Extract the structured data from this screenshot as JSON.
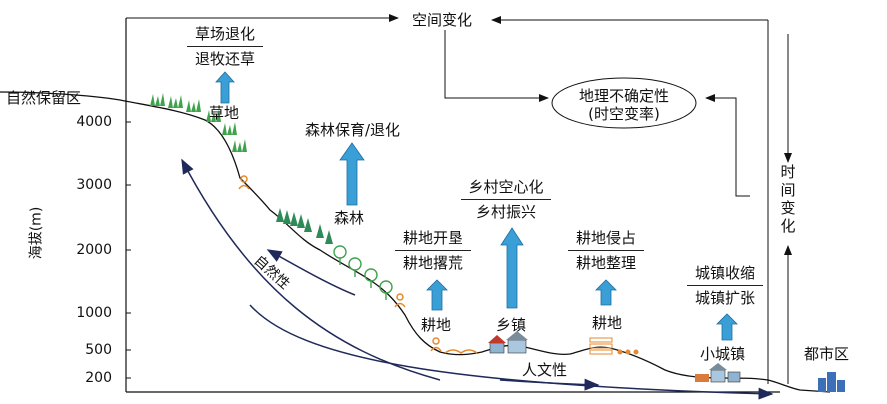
{
  "axis": {
    "ylabel": "海拔(m)",
    "ticks": [
      "4000",
      "3000",
      "2000",
      "1000",
      "500",
      "200"
    ]
  },
  "zones": {
    "nature_reserve": "自然保留区",
    "grassland": "草地",
    "forest": "森林",
    "cropland_upper": "耕地",
    "township": "乡镇",
    "cropland_lower": "耕地",
    "small_town": "小城镇",
    "urban_area": "都市区"
  },
  "changes": {
    "grassland": {
      "top": "草场退化",
      "bottom": "退牧还草"
    },
    "forest": {
      "text": "森林保育/退化"
    },
    "cropland_upper": {
      "top": "耕地开垦",
      "bottom": "耕地撂荒"
    },
    "township": {
      "top": "乡村空心化",
      "bottom": "乡村振兴"
    },
    "cropland_lower": {
      "top": "耕地侵占",
      "bottom": "耕地整理"
    },
    "small_town": {
      "top": "城镇收缩",
      "bottom": "城镇扩张"
    }
  },
  "flow": {
    "spatial_change": "空间变化",
    "temporal_change": "时间变化",
    "uncertainty_line1": "地理不确定性",
    "uncertainty_line2": "(时空变率)",
    "naturalness": "自然性",
    "humanity": "人文性"
  },
  "colors": {
    "arrow_fill": "#3a9fd6",
    "grass": "#3fa34d",
    "tree": "#2e8b57",
    "settlement_orange": "#e58a2c",
    "navy": "#1f2a5a"
  }
}
